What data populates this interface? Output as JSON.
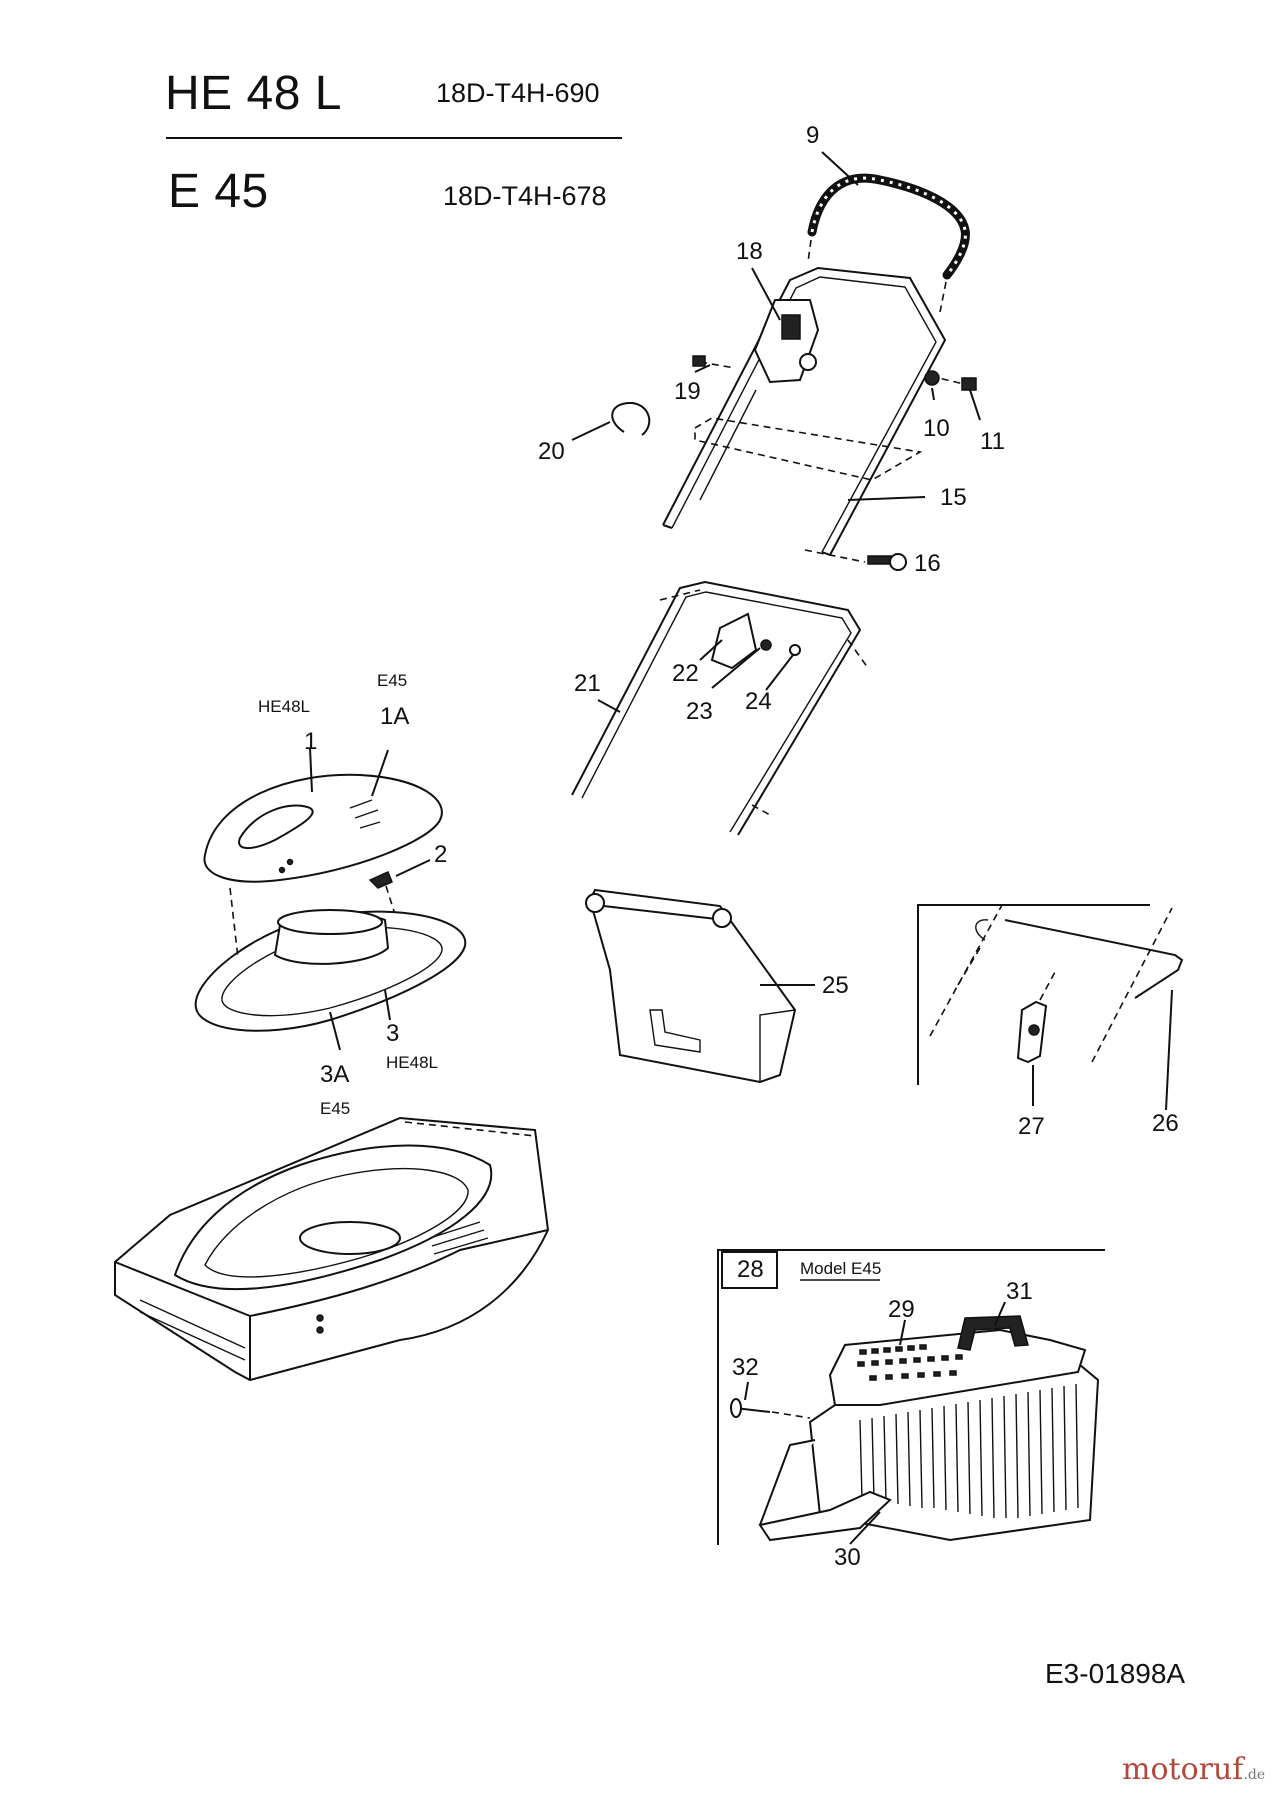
{
  "header": {
    "model_1": "HE 48 L",
    "code_1": "18D-T4H-690",
    "model_2": "E 45",
    "code_2": "18D-T4H-678"
  },
  "callouts": {
    "c9": "9",
    "c18": "18",
    "c19": "19",
    "c20": "20",
    "c10": "10",
    "c11": "11",
    "c15": "15",
    "c16": "16",
    "c21": "21",
    "c22": "22",
    "c23": "23",
    "c24": "24",
    "c1": "1",
    "c1a": "1A",
    "c2": "2",
    "c3": "3",
    "c3a": "3A",
    "c25": "25",
    "c26": "26",
    "c27": "27",
    "c28": "28",
    "c29": "29",
    "c30": "30",
    "c31": "31",
    "c32": "32"
  },
  "variants": {
    "he48l_top": "HE48L",
    "e45_top": "E45",
    "he48l_bottom": "HE48L",
    "e45_bottom": "E45",
    "box_model": "Model E45"
  },
  "document_number": "E3-01898A",
  "watermark": {
    "brand": "motoruf",
    "suffix": ".de",
    "color": "#b04a3c"
  }
}
